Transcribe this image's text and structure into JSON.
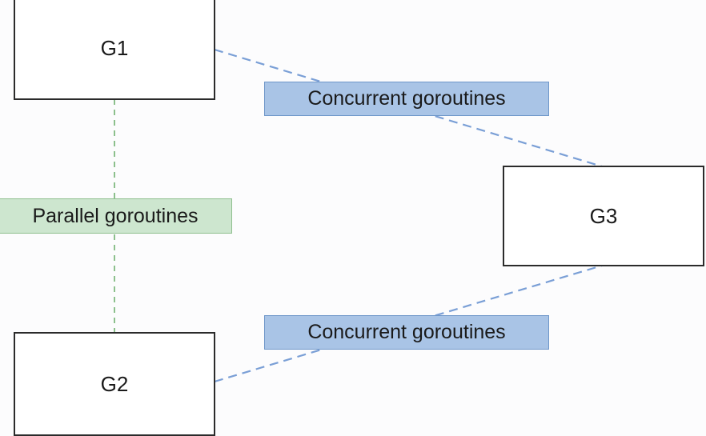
{
  "nodes": {
    "g1": "G1",
    "g2": "G2",
    "g3": "G3"
  },
  "labels": {
    "concurrent_top": "Concurrent goroutines",
    "concurrent_bottom": "Concurrent goroutines",
    "parallel": "Parallel goroutines"
  },
  "colors": {
    "concurrent_line": "#7a9fd6",
    "parallel_line": "#8cc08c",
    "concurrent_fill": "#a9c4e6",
    "parallel_fill": "#cde6cf",
    "node_border": "#2b2b2b"
  }
}
